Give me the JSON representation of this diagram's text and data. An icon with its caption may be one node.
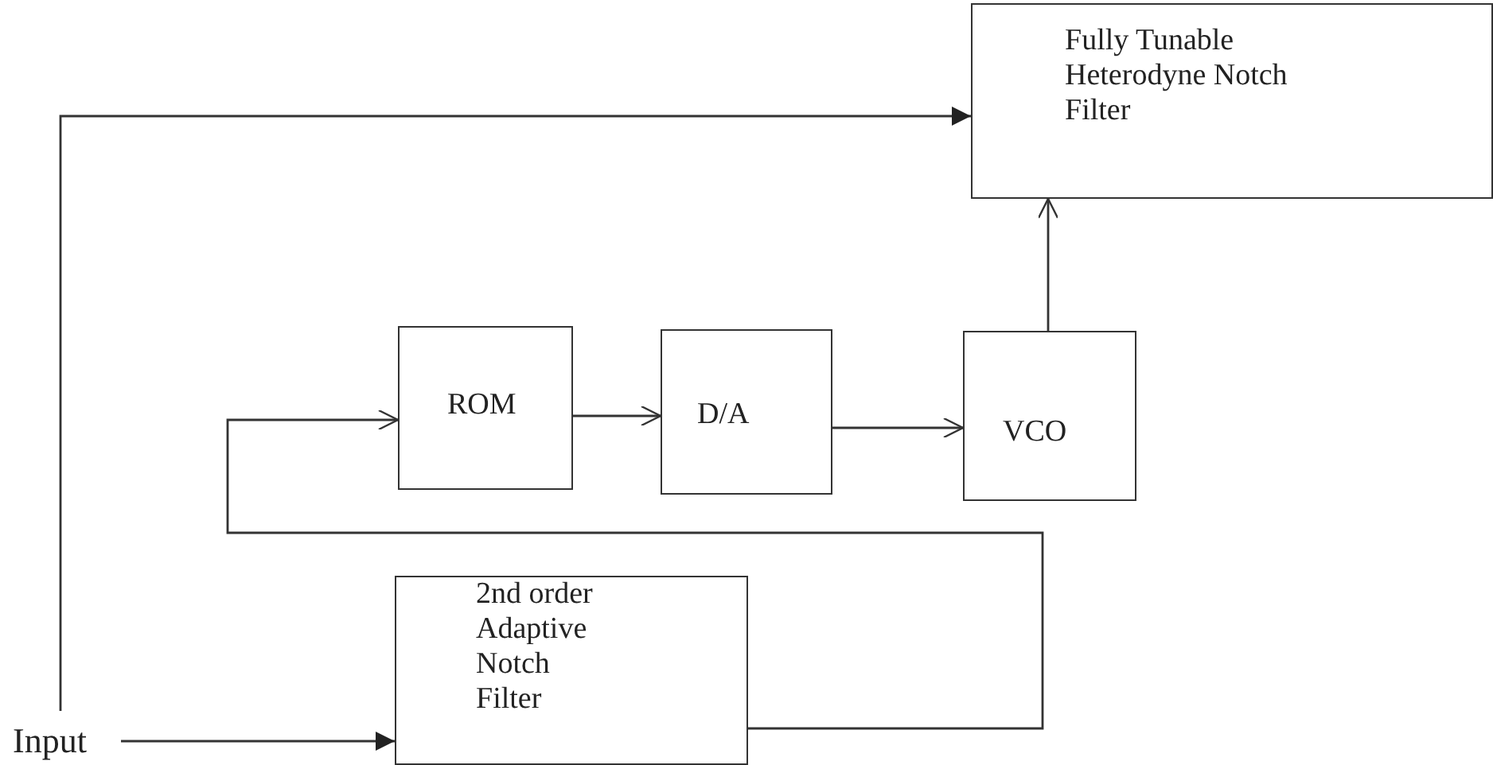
{
  "diagram": {
    "nodes": [
      {
        "text": [
          "Fully Tunable Heterodyne Notch Filter"
        ]
      },
      {
        "text": [
          "ROM"
        ]
      },
      {
        "text": [
          "D/A"
        ]
      },
      {
        "text": [
          "VCO"
        ]
      },
      {
        "text": [
          "2nd order Adaptive Notch Filter"
        ]
      },
      {
        "text": [
          "Input"
        ]
      }
    ],
    "edges": [
      {
        "from": 5,
        "to": 0,
        "arrow": "to"
      },
      {
        "from": 5,
        "to": 4,
        "arrow": "to"
      },
      {
        "from": 4,
        "to": 1,
        "arrow": "to"
      },
      {
        "from": 1,
        "to": 2,
        "arrow": "to"
      },
      {
        "from": 2,
        "to": 3,
        "arrow": "to"
      },
      {
        "from": 3,
        "to": 0,
        "arrow": "to"
      }
    ]
  }
}
